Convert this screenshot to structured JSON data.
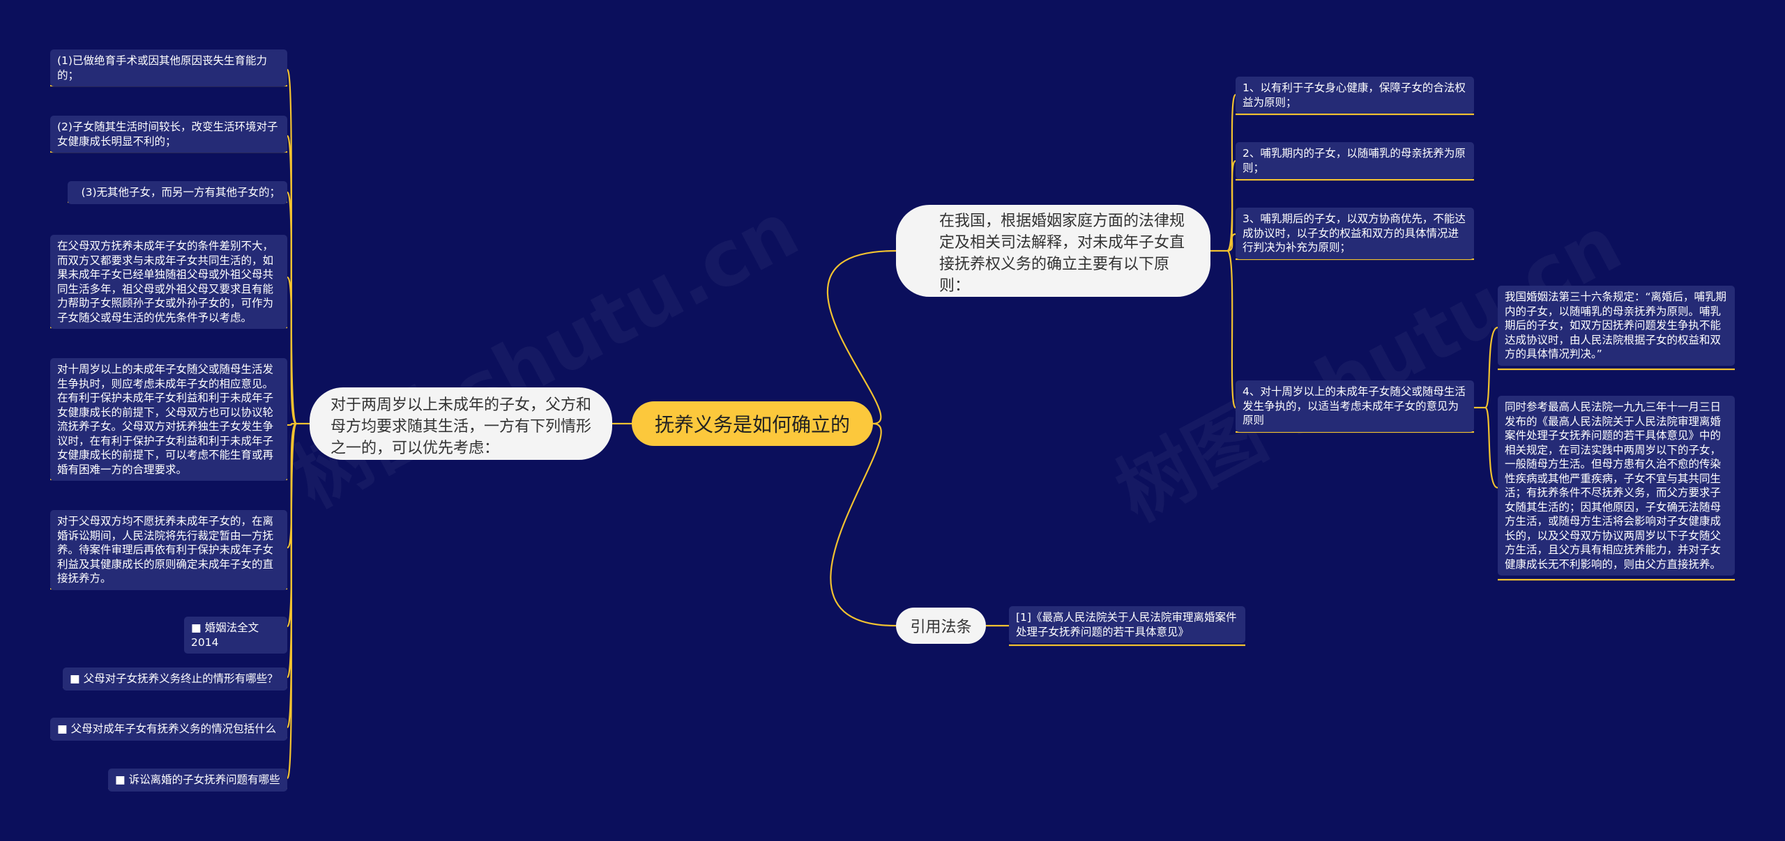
{
  "root": {
    "label": "抚养义务是如何确立的"
  },
  "left_branch": {
    "label": "对于两周岁以上未成年的子女，父方和母方均要求随其生活，一方有下列情形之一的，可以优先考虑：",
    "leaves": [
      "(1)已做绝育手术或因其他原因丧失生育能力的；",
      "(2)子女随其生活时间较长，改变生活环境对子女健康成长明显不利的；",
      "(3)无其他子女，而另一方有其他子女的；",
      "在父母双方抚养未成年子女的条件差别不大，而双方又都要求与未成年子女共同生活的，如果未成年子女已经单独随祖父母或外祖父母共同生活多年，祖父母或外祖父母又要求且有能力帮助子女照顾孙子女或外孙子女的，可作为子女随父或母生活的优先条件予以考虑。",
      "对十周岁以上的未成年子女随父或随母生活发生争执时，则应考虑未成年子女的相应意见。在有利于保护未成年子女利益和利于未成年子女健康成长的前提下，父母双方也可以协议轮流抚养子女。父母双方对抚养独生子女发生争议时，在有利于保护子女利益和利于未成年子女健康成长的前提下，可以考虑不能生育或再婚有困难一方的合理要求。",
      "对于父母双方均不愿抚养未成年子女的，在离婚诉讼期间，人民法院将先行裁定暂由一方抚养。待案件审理后再依有利于保护未成年子女利益及其健康成长的原则确定未成年子女的直接抚养方。",
      "■ 婚姻法全文2014",
      "■ 父母对子女抚养义务终止的情形有哪些？",
      "■ 父母对成年子女有抚养义务的情况包括什么",
      "■ 诉讼离婚的子女抚养问题有哪些"
    ]
  },
  "right_branch": {
    "label": "在我国，根据婚姻家庭方面的法律规定及相关司法解释，对未成年子女直接抚养权义务的确立主要有以下原则：",
    "leaves": [
      "1、以有利于子女身心健康，保障子女的合法权益为原则；",
      "2、哺乳期内的子女，以随哺乳的母亲抚养为原则；",
      "3、哺乳期后的子女，以双方协商优先，不能达成协议时，以子女的权益和双方的具体情况进行判决为补充为原则；",
      "4、对十周岁以上的未成年子女随父或随母生活发生争执的，以适当考虑未成年子女的意见为原则"
    ],
    "sub_leaves": [
      "我国婚姻法第三十六条规定：“离婚后，哺乳期内的子女，以随哺乳的母亲抚养为原则。哺乳期后的子女，如双方因抚养问题发生争执不能达成协议时，由人民法院根据子女的权益和双方的具体情况判决。”",
      "同时参考最高人民法院一九九三年十一月三日发布的《最高人民法院关于人民法院审理离婚案件处理子女抚养问题的若干具体意见》中的相关规定，在司法实践中两周岁以下的子女，一般随母方生活。但母方患有久治不愈的传染性疾病或其他严重疾病，子女不宜与其共同生活；有抚养条件不尽抚养义务，而父方要求子女随其生活的；因其他原因，子女确无法随母方生活，或随母方生活将会影响对子女健康成长的，以及父母双方协议两周岁以下子女随父方生活，且父方具有相应抚养能力，并对子女健康成长无不利影响的，则由父方直接抚养。"
    ]
  },
  "citation_branch": {
    "label": "引用法条",
    "leaf": "[1]《最高人民法院关于人民法院审理离婚案件处理子女抚养问题的若干具体意见》"
  },
  "watermark": [
    "树图 shutu.cn",
    "树图 shutu.cn"
  ],
  "colors": {
    "background": "#0b0f5c",
    "root": "#fcc83c",
    "line": "#f2c230",
    "leaf": "#252b76"
  }
}
